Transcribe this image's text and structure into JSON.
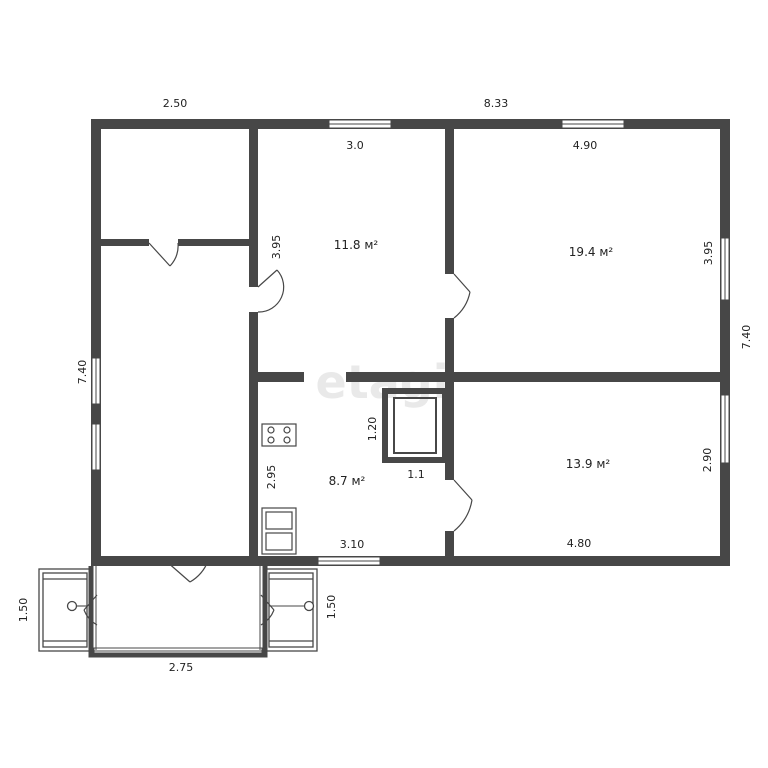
{
  "watermark": "etagi",
  "dimensions": {
    "top_left_width": "2.50",
    "total_width": "8.33",
    "room_11_width": "3.0",
    "room_19_width": "4.90",
    "room_11_height": "3.95",
    "room_19_height": "3.95",
    "total_height": "7.40",
    "left_height": "7.40",
    "closet_height": "1.20",
    "closet_width": "1.1",
    "kitchen_height": "2.95",
    "room_13_height": "2.90",
    "kitchen_width": "3.10",
    "room_13_width": "4.80",
    "porch_left_depth": "1.50",
    "porch_right_depth": "1.50",
    "veranda_width": "2.75"
  },
  "rooms": {
    "room_11": {
      "area": "11.8 м²"
    },
    "room_19": {
      "area": "19.4 м²"
    },
    "kitchen": {
      "area": "8.7 м²"
    },
    "room_13": {
      "area": "13.9 м²"
    }
  },
  "colors": {
    "wall": "#474747",
    "window": "#ffffff",
    "text": "#222222"
  }
}
